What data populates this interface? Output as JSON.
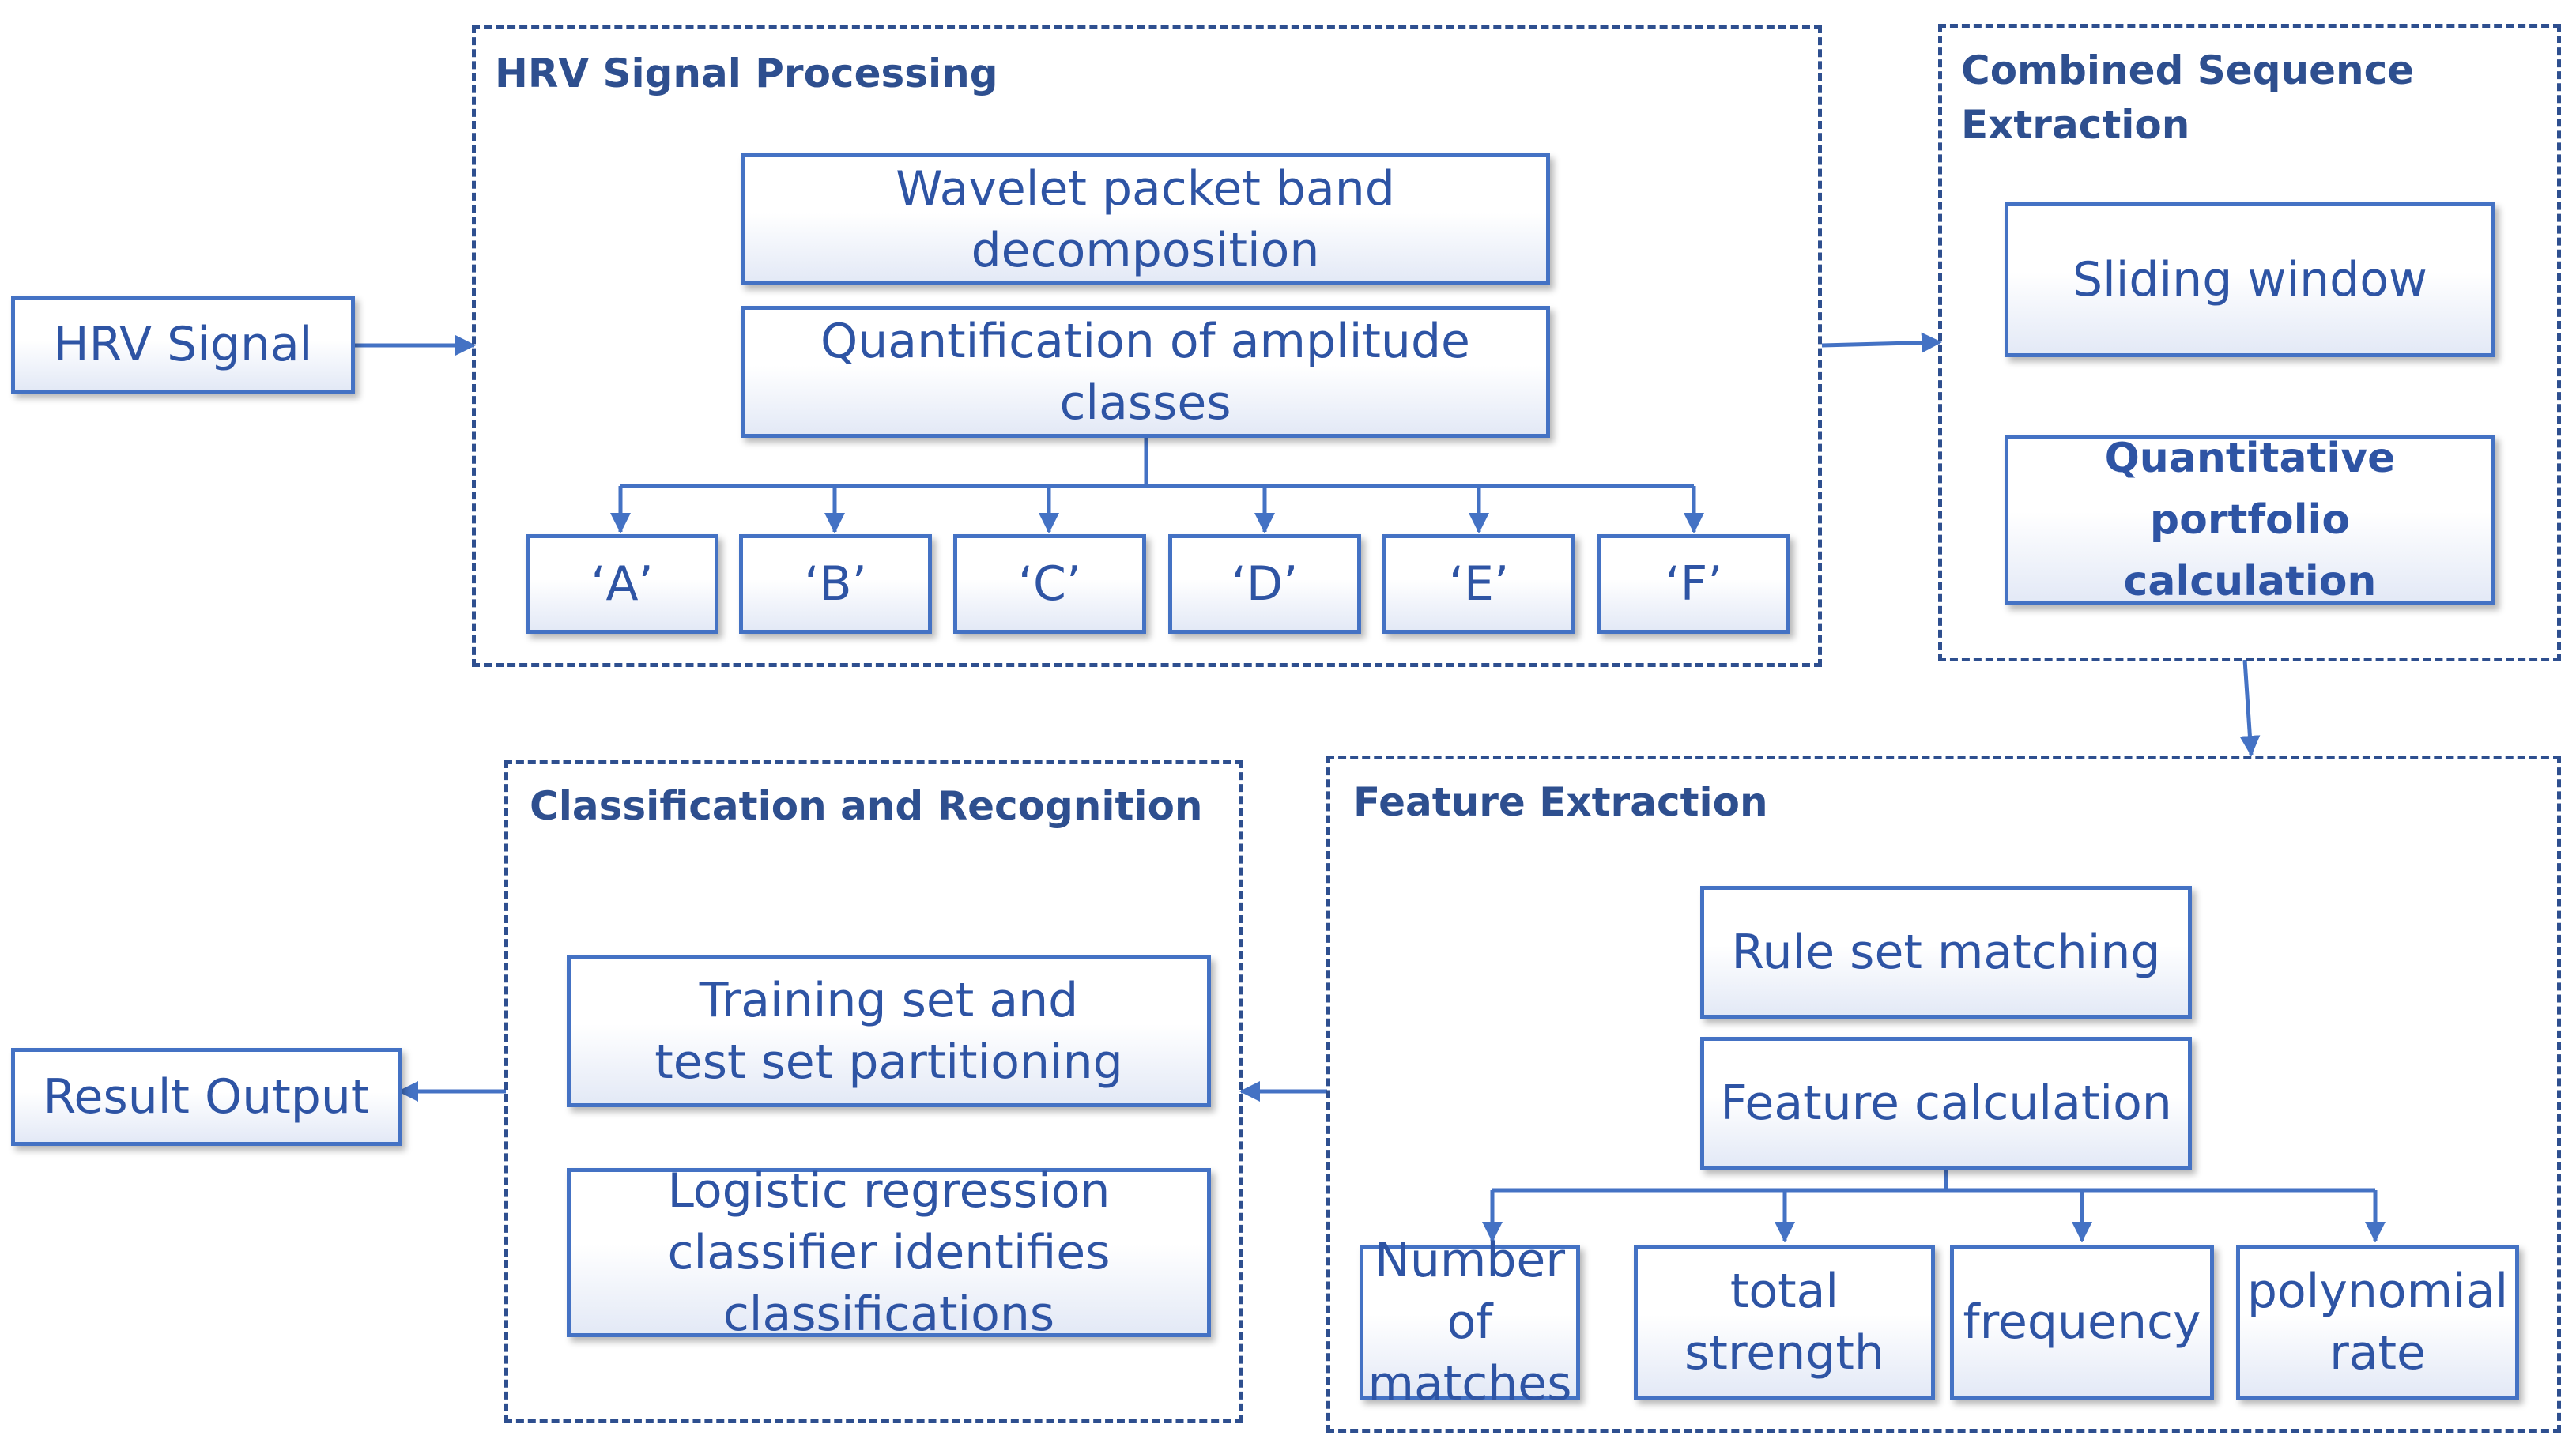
{
  "colors": {
    "accent": "#4472c4",
    "text": "#2e54a4",
    "dashed_border": "#2e4f8f"
  },
  "input": {
    "label": "HRV Signal"
  },
  "output": {
    "label": "Result Output"
  },
  "hrv_processing": {
    "title": "HRV Signal Processing",
    "wavelet": "Wavelet packet band decomposition",
    "quantification": "Quantification of amplitude classes",
    "classes": [
      "‘A’",
      "‘B’",
      "‘C’",
      "‘D’",
      "‘E’",
      "‘F’"
    ]
  },
  "combined_sequence": {
    "title": "Combined Sequence\nExtraction",
    "sliding": "Sliding window",
    "portfolio": "Quantitative portfolio calculation"
  },
  "feature_extraction": {
    "title": "Feature Extraction",
    "rule_set": "Rule set matching",
    "feature_calc": "Feature calculation",
    "features": [
      "Number of matches",
      "total strength",
      "frequency",
      "polynomial rate"
    ]
  },
  "classification": {
    "title": "Classification and Recognition",
    "partition": "Training set and test set partitioning",
    "logistic": "Logistic regression classifier identifies classifications"
  }
}
